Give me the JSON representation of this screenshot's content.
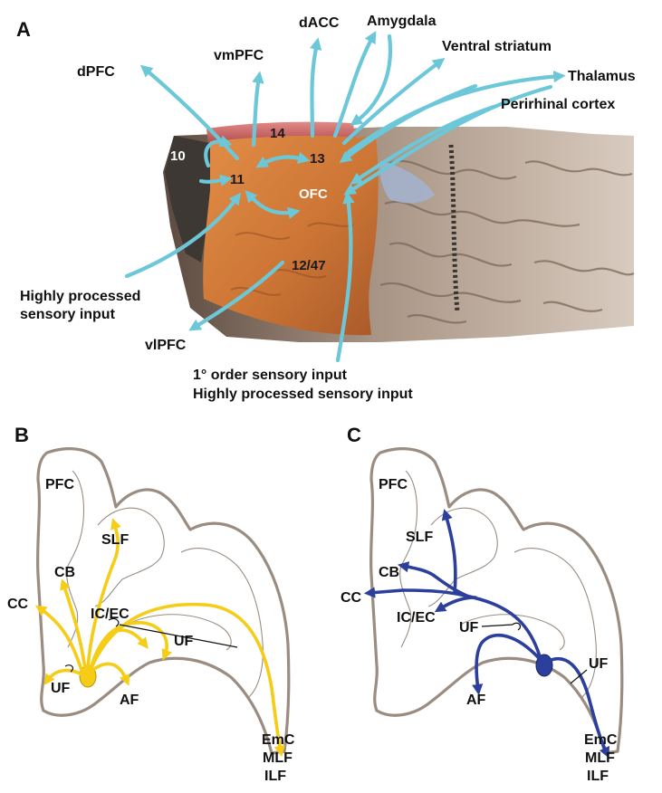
{
  "panels": {
    "a": "A",
    "b": "B",
    "c": "C"
  },
  "panel_a": {
    "targets": {
      "dpfc": "dPFC",
      "vmpfc": "vmPFC",
      "dacc": "dACC",
      "amygdala": "Amygdala",
      "ventral_striatum": "Ventral striatum",
      "thalamus": "Thalamus",
      "perirhinal": "Perirhinal cortex"
    },
    "areas": {
      "a14": "14",
      "a10": "10",
      "a13": "13",
      "a11": "11",
      "ofc": "OFC",
      "a1247": "12/47"
    },
    "inputs": {
      "highly_processed_line1": "Highly processed",
      "highly_processed_line2": "sensory input",
      "vlpfc": "vlPFC",
      "first_order": "1° order sensory input",
      "highly_processed_full": "Highly processed sensory input"
    },
    "colors": {
      "arrow": "#6cc8d8",
      "orbital": "#cf7a3a",
      "area14": "#c86060"
    }
  },
  "panel_b": {
    "labels": {
      "pfc": "PFC",
      "slf": "SLF",
      "cb": "CB",
      "cc": "CC",
      "icec": "IC/EC",
      "uf_right": "UF",
      "uf_left": "UF",
      "af": "AF",
      "emc": "EmC",
      "mlf": "MLF",
      "ilf": "ILF"
    },
    "color": "#f5cc16"
  },
  "panel_c": {
    "labels": {
      "pfc": "PFC",
      "slf": "SLF",
      "cb": "CB",
      "cc": "CC",
      "icec": "IC/EC",
      "uf_mid": "UF",
      "uf_right": "UF",
      "af": "AF",
      "emc": "EmC",
      "mlf": "MLF",
      "ilf": "ILF"
    },
    "color": "#2d3f9c"
  }
}
